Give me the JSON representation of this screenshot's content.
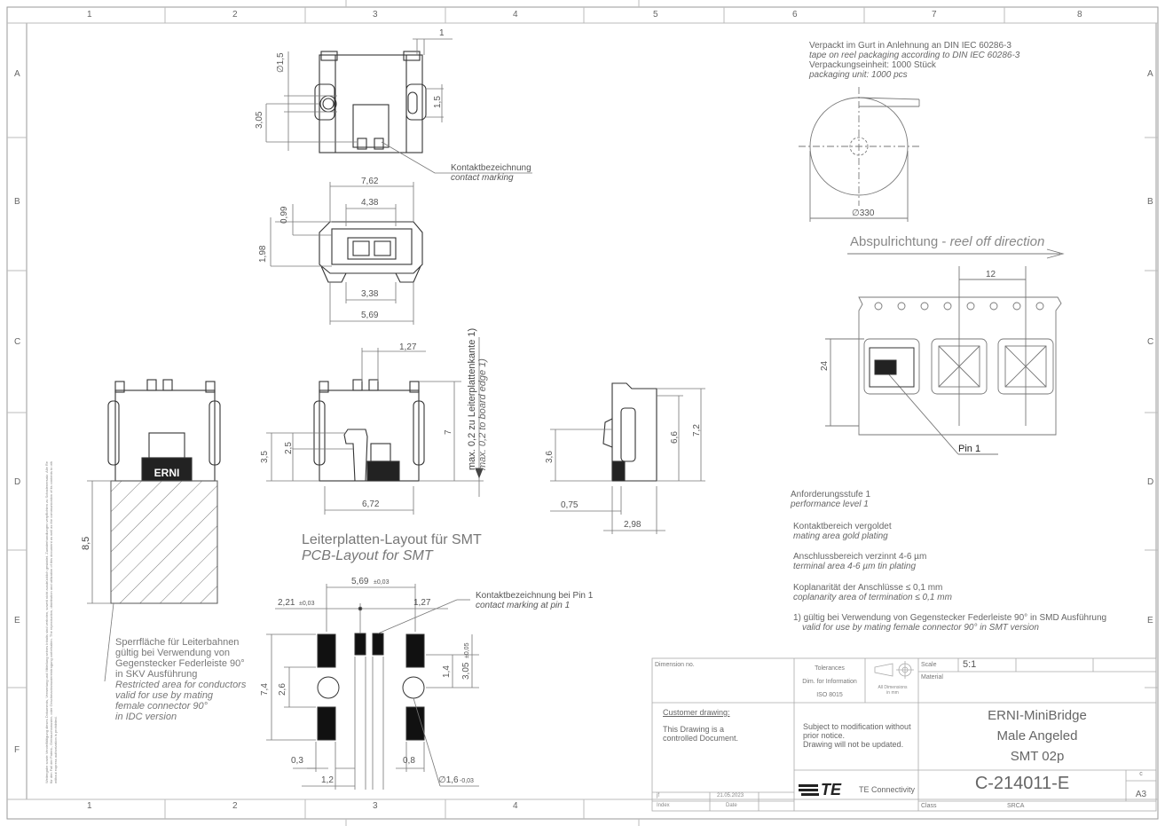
{
  "frame": {
    "columns": [
      "1",
      "2",
      "3",
      "4",
      "5",
      "6",
      "7",
      "8"
    ],
    "rows": [
      "A",
      "B",
      "C",
      "D",
      "E",
      "F"
    ]
  },
  "dims": {
    "top_1": "1",
    "phi_1_5": "∅1,5",
    "d3_05": "3,05",
    "d1_5": "1,5",
    "d7_62": "7,62",
    "d4_38": "4,38",
    "d0_99": "0,99",
    "d1_98": "1,98",
    "d3_38": "3,38",
    "d5_69": "5,69",
    "d1_27": "1,27",
    "d3_5": "3,5",
    "d2_5": "2,5",
    "d7": "7",
    "d6_72": "6,72",
    "d3_6": "3,6",
    "d6_6": "6,6",
    "d7_2": "7,2",
    "d0_75": "0,75",
    "d2_98": "2,98",
    "d8_5": "8,5",
    "pcb_5_69": "5,69",
    "pcb_5_69_tol": "±0,03",
    "pcb_2_21": "2,21",
    "pcb_2_21_tol": "±0,03",
    "pcb_1_27": "1,27",
    "pcb_7_4": "7,4",
    "pcb_2_6": "2,6",
    "pcb_1_4": "1,4",
    "pcb_3_05": "3,05",
    "pcb_3_05_tol": "±0,05",
    "pcb_0_3": "0,3",
    "pcb_0_8": "0,8",
    "pcb_1_2": "1,2",
    "pcb_phi_1_6": "∅1,6",
    "pcb_phi_tol": "-0,03",
    "reel_330": "∅330",
    "tape_12": "12",
    "tape_24": "24"
  },
  "labels": {
    "contact_marking_de": "Kontaktbezeichnung",
    "contact_marking_en": "contact marking",
    "board_edge_de": "max. 0,2 zu  Leiterplattenkante 1)",
    "board_edge_en": "max. 0,2 to board edge 1)",
    "pcb_layout_de": "Leiterplatten-Layout für SMT",
    "pcb_layout_en": "PCB-Layout for SMT",
    "pin1_marking_de": "Kontaktbezeichnung bei Pin 1",
    "pin1_marking_en": "contact marking at pin 1",
    "restricted": [
      "Sperrfläche für Leiterbahnen",
      "gültig bei Verwendung von",
      "Gegenstecker Federleiste 90°",
      "in SKV Ausführung"
    ],
    "restricted_en": [
      "Restricted area for conductors",
      "valid for use by mating",
      "female connector 90°",
      "in IDC version"
    ],
    "pin1": "Pin 1",
    "reel_off_de": "Abspulrichtung - ",
    "reel_off_en": "reel off direction",
    "ernl_logo": "ERNI"
  },
  "packaging": {
    "de1": "Verpackt im Gurt in Anlehnung an DIN IEC 60286-3",
    "en1": "tape on reel packaging according to DIN IEC 60286-3",
    "de2": "Verpackungseinheit:  1000 Stück",
    "en2": "packaging unit:  1000 pcs"
  },
  "specs": [
    {
      "de": "Anforderungsstufe 1",
      "en": "performance level 1"
    },
    {
      "de": "Kontaktbereich vergoldet",
      "en": "mating area gold plating"
    },
    {
      "de": "Anschlussbereich verzinnt 4-6 µm",
      "en": "terminal area 4-6 µm tin plating"
    },
    {
      "de": "Koplanarität der Anschlüsse  ≤ 0,1 mm",
      "en": "coplanarity area of termination  ≤ 0,1 mm"
    },
    {
      "de": "1) gültig bei Verwendung von Gegenstecker Federleiste 90° in SMD Ausführung",
      "en": "valid for use by mating female connector 90° in SMT version"
    }
  ],
  "title_block": {
    "dimension_no": "Dimension no.",
    "tolerances": "Tolerances",
    "dim_info": "Dim. for Information",
    "iso": "ISO 8015",
    "all_dims": "All Dimensions",
    "in_mm": "in mm",
    "scale_label": "Scale",
    "scale_value": "5:1",
    "material_label": "Material",
    "customer_drawing": "Customer drawing:",
    "controlled1": "This Drawing is a",
    "controlled2": "controlled Document.",
    "subject1": "Subject to modification without",
    "subject2": "prior notice.",
    "subject3": "Drawing will not be updated.",
    "product1": "ERNI-MiniBridge",
    "product2": "Male Angeled",
    "product3": "SMT 02p",
    "drawing_no": "C-214011-E",
    "revision": "c",
    "format": "A3",
    "index_label": "Index",
    "date_label": "Date",
    "index_value": "jf",
    "date_value": "21.05.2023",
    "class_label": "Class",
    "class_value": "SRCA",
    "company": "TE Connectivity",
    "te_logo": "TE"
  },
  "legal_text": "Weitergabe sowie Vervielfältigung dieses Dokuments, Verwertung und Mitteilung seines Inhalts sind verboten, soweit nicht ausdrücklich gestattet. Zuwiderhandlungen verpflichten zu Schadenersatz. Alle Rechte für den Fall der Patent-, Gebrauchsmuster- oder Geschmacksmustereintragung vorbehalten. The reproduction, distribution and utilization of this document as well as the communication of its contents to others without express authorization is prohibited."
}
